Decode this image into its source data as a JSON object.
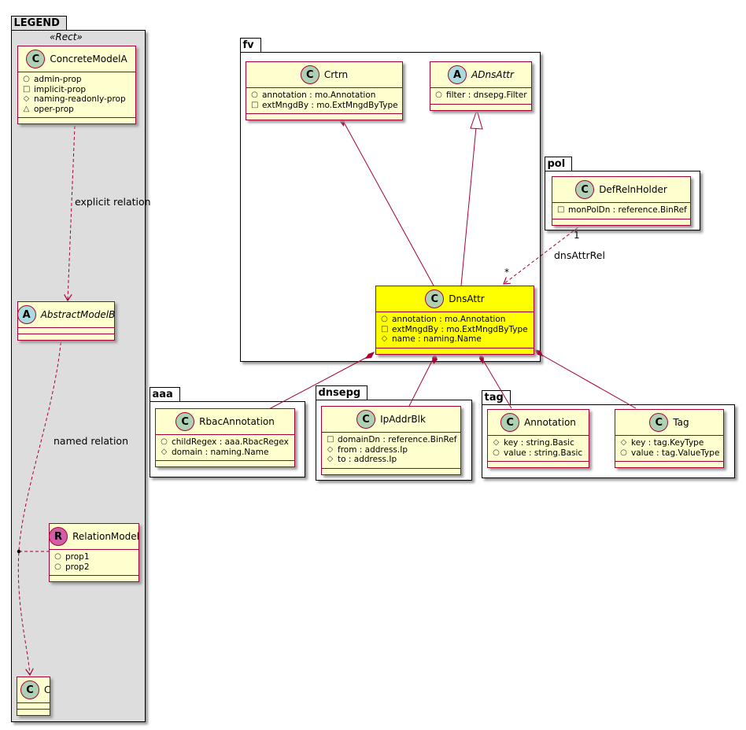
{
  "packages": {
    "legend": "LEGEND",
    "fv": "fv",
    "pol": "pol",
    "aaa": "aaa",
    "dnsepg": "dnsepg",
    "tag": "tag"
  },
  "legend": {
    "stereotype": "«Rect»",
    "concrete": {
      "badge": "C",
      "name": "ConcreteModelA",
      "attrs": [
        {
          "vis": "○",
          "text": "admin-prop"
        },
        {
          "vis": "□",
          "text": "implicit-prop"
        },
        {
          "vis": "◇",
          "text": "naming-readonly-prop"
        },
        {
          "vis": "△",
          "text": "oper-prop"
        }
      ]
    },
    "explicit_relation": "explicit relation",
    "abstract": {
      "badge": "A",
      "name": "AbstractModelB"
    },
    "named_relation": "named relation",
    "relation_model": {
      "badge": "R",
      "name": "RelationModel",
      "attrs": [
        {
          "vis": "○",
          "text": "prop1"
        },
        {
          "vis": "○",
          "text": "prop2"
        }
      ]
    },
    "c": {
      "badge": "C",
      "name": "C"
    }
  },
  "fv": {
    "crtrn": {
      "badge": "C",
      "name": "Crtrn",
      "attrs": [
        {
          "vis": "○",
          "text": "annotation : mo.Annotation"
        },
        {
          "vis": "□",
          "text": "extMngdBy : mo.ExtMngdByType"
        }
      ]
    },
    "adnsattr": {
      "badge": "A",
      "name": "ADnsAttr",
      "attrs": [
        {
          "vis": "○",
          "text": "filter : dnsepg.Filter"
        }
      ]
    },
    "dnsattr": {
      "badge": "C",
      "name": "DnsAttr",
      "attrs": [
        {
          "vis": "○",
          "text": "annotation : mo.Annotation"
        },
        {
          "vis": "□",
          "text": "extMngdBy : mo.ExtMngdByType"
        },
        {
          "vis": "◇",
          "text": "name : naming.Name"
        }
      ]
    }
  },
  "pol": {
    "defrelnholder": {
      "badge": "C",
      "name": "DefRelnHolder",
      "attrs": [
        {
          "vis": "□",
          "text": "monPolDn : reference.BinRef"
        }
      ]
    },
    "relation_label": "dnsAttrRel",
    "mult_from": "1",
    "mult_to": "*"
  },
  "aaa": {
    "rbacannotation": {
      "badge": "C",
      "name": "RbacAnnotation",
      "attrs": [
        {
          "vis": "○",
          "text": "childRegex : aaa.RbacRegex"
        },
        {
          "vis": "◇",
          "text": "domain : naming.Name"
        }
      ]
    }
  },
  "dnsepg": {
    "ipaddrblk": {
      "badge": "C",
      "name": "IpAddrBlk",
      "attrs": [
        {
          "vis": "□",
          "text": "domainDn : reference.BinRef"
        },
        {
          "vis": "◇",
          "text": "from : address.Ip"
        },
        {
          "vis": "◇",
          "text": "to : address.Ip"
        }
      ]
    }
  },
  "tag": {
    "annotation": {
      "badge": "C",
      "name": "Annotation",
      "attrs": [
        {
          "vis": "◇",
          "text": "key : string.Basic"
        },
        {
          "vis": "○",
          "text": "value : string.Basic"
        }
      ]
    },
    "tag": {
      "badge": "C",
      "name": "Tag",
      "attrs": [
        {
          "vis": "◇",
          "text": "key : tag.KeyType"
        },
        {
          "vis": "○",
          "text": "value : tag.ValueType"
        }
      ]
    }
  },
  "colors": {
    "class_fill": "#fefece",
    "class_border": "#a80036",
    "highlight_fill": "#ffff00",
    "legend_bg": "#dddddd",
    "badge_concrete": "#add1b2",
    "badge_abstract": "#a9dcdf",
    "badge_relation": "#d05fa8"
  }
}
